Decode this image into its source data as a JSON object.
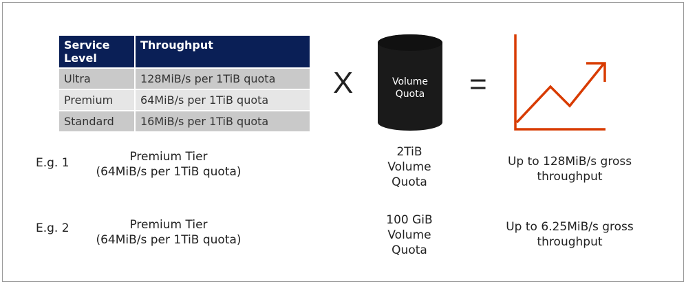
{
  "table": {
    "header": {
      "col1": [
        "Service",
        "Level"
      ],
      "col2": "Throughput"
    },
    "rows": [
      {
        "level": "Ultra",
        "throughput": "128MiB/s per 1TiB quota"
      },
      {
        "level": "Premium",
        "throughput": "64MiB/s per 1TiB quota"
      },
      {
        "level": "Standard",
        "throughput": "16MiB/s per 1TiB quota"
      }
    ]
  },
  "operators": {
    "multiply": "X",
    "equals": "="
  },
  "volume": {
    "label": [
      "Volume",
      "Quota"
    ]
  },
  "examples": [
    {
      "label": "E.g. 1",
      "tier": [
        "Premium Tier",
        "(64MiB/s per 1TiB quota)"
      ],
      "volume": [
        "2TiB",
        "Volume",
        "Quota"
      ],
      "result": [
        "Up to 128MiB/s gross",
        "throughput"
      ]
    },
    {
      "label": "E.g. 2",
      "tier": [
        "Premium Tier",
        "(64MiB/s per 1TiB quota)"
      ],
      "volume": [
        "100 GiB",
        "Volume",
        "Quota"
      ],
      "result": [
        "Up to 6.25MiB/s gross",
        "throughput"
      ]
    }
  ],
  "colors": {
    "header_bg": "#0a1f56",
    "cylinder": "#1a1a1a",
    "chart_icon": "#d83b01"
  },
  "icons": {
    "cylinder": "database-cylinder-icon",
    "chart": "growth-chart-icon"
  }
}
